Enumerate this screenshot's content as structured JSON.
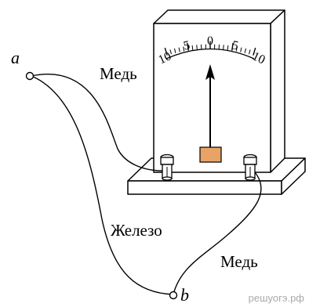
{
  "labels": {
    "point_a": "a",
    "point_b": "b",
    "wire_copper_top": "Медь",
    "wire_iron": "Железо",
    "wire_copper_bottom": "Медь"
  },
  "scale": {
    "ticks": [
      "10",
      "5",
      "0",
      "5",
      "10"
    ]
  },
  "watermark": "решуогэ.рф",
  "colors": {
    "indicator_fill": "#E8A367",
    "line": "#000000"
  }
}
